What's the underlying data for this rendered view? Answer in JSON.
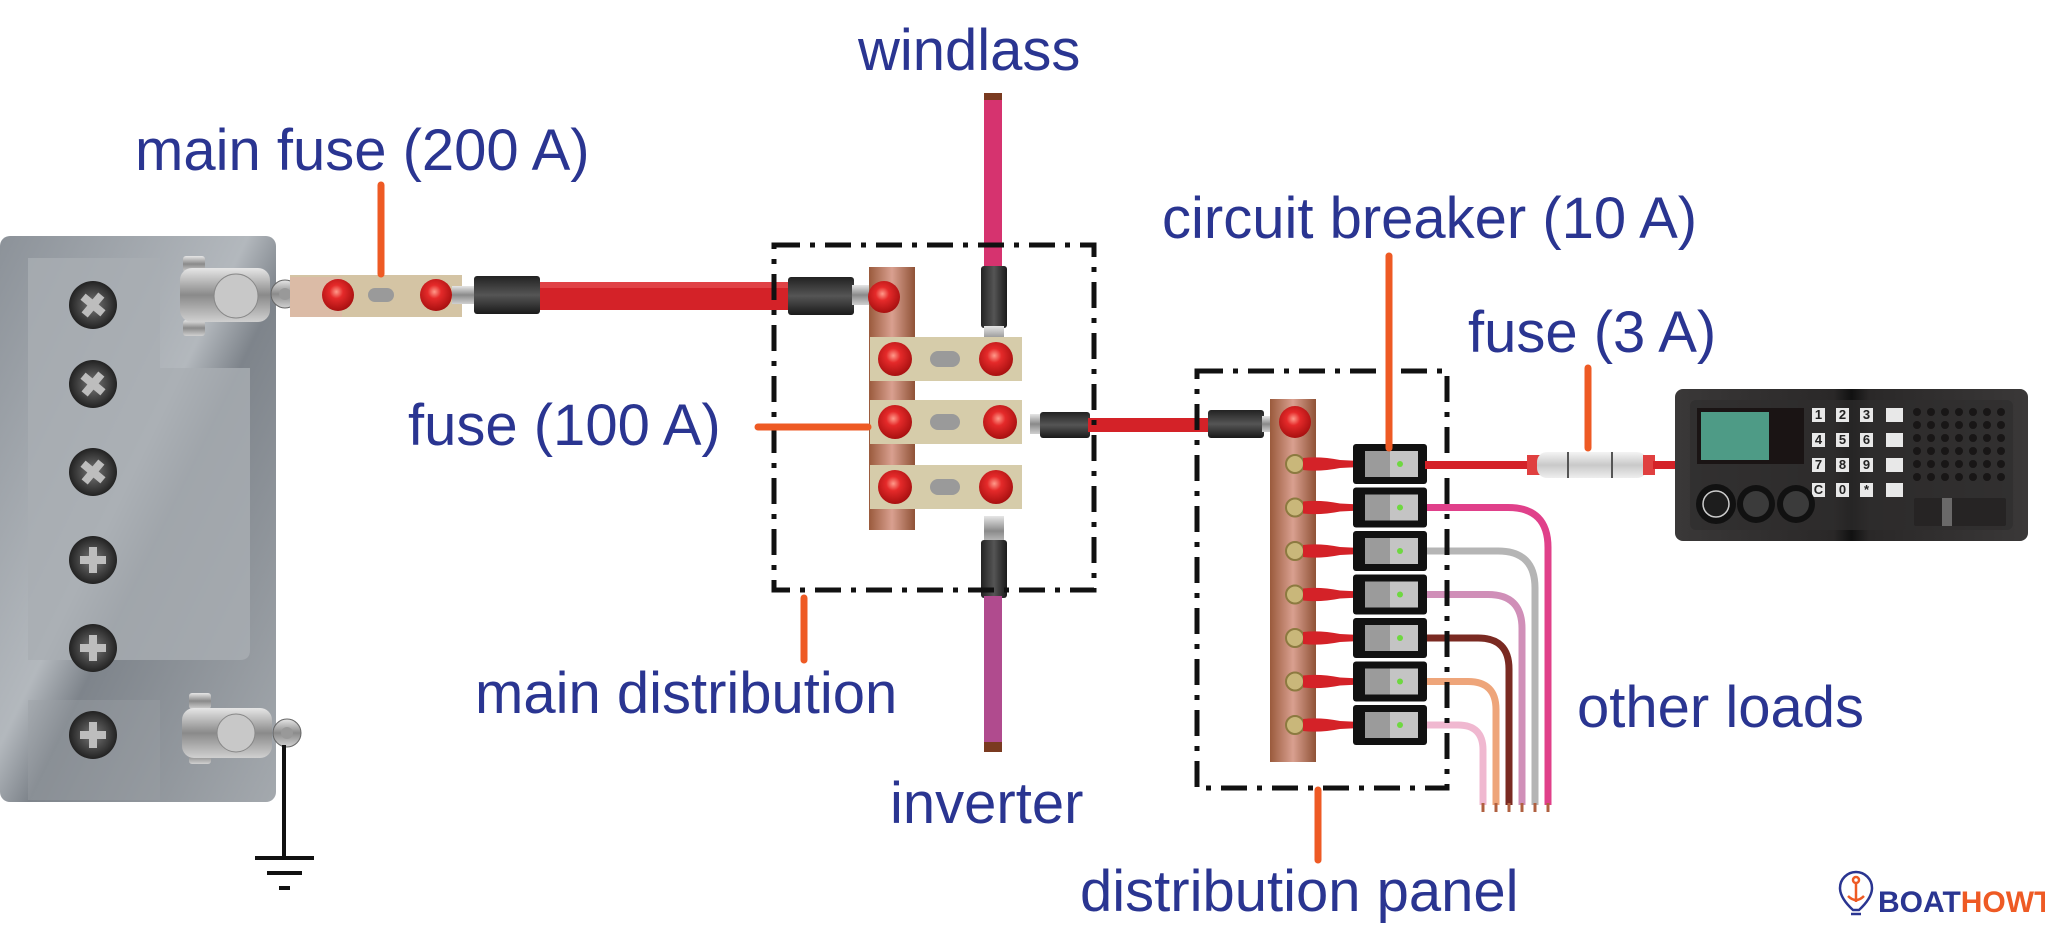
{
  "diagram": {
    "title": "Boat DC electrical distribution",
    "labels": {
      "windlass": "windlass",
      "main_fuse": "main fuse (200 A)",
      "circuit_breaker": "circuit breaker (10 A)",
      "fuse_3a": "fuse (3 A)",
      "fuse_100a": "fuse (100 A)",
      "main_distribution": "main distribution",
      "inverter": "inverter",
      "other_loads": "other loads",
      "distribution_panel": "distribution panel"
    },
    "radio_keys": [
      "1",
      "2",
      "3",
      "4",
      "5",
      "6",
      "7",
      "8",
      "9",
      "C",
      "0",
      "*"
    ],
    "breaker_count": 7,
    "load_wire_colors": [
      "#e0408a",
      "#b5b5b5",
      "#d08fb8",
      "#7a2a22",
      "#eea57a",
      "#f0b8d0"
    ],
    "colors": {
      "label_text": "#2a3591",
      "leader_line": "#ee5a24",
      "positive_cable": "#d42228",
      "windlass_cable": "#d6336f",
      "inverter_cable": "#b04b8e",
      "busbar": "#a8684a"
    },
    "logo": {
      "part1": "BOAT",
      "part2": "HOWTO"
    }
  }
}
